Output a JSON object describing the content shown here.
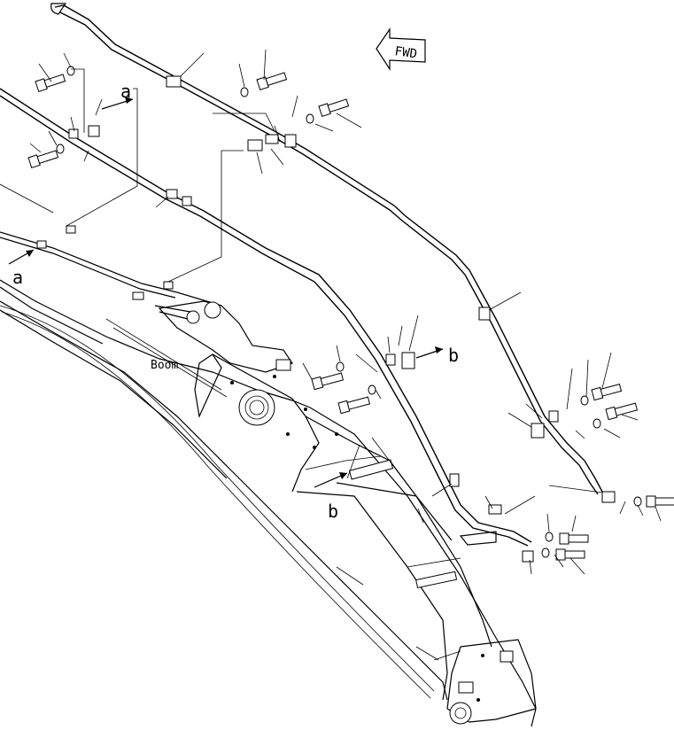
{
  "diagram": {
    "direction_label": "FWD",
    "boom_label": "Boom",
    "ref_a_top": "a",
    "ref_a_left": "a",
    "ref_b_right": "b",
    "ref_b_lower": "b"
  }
}
